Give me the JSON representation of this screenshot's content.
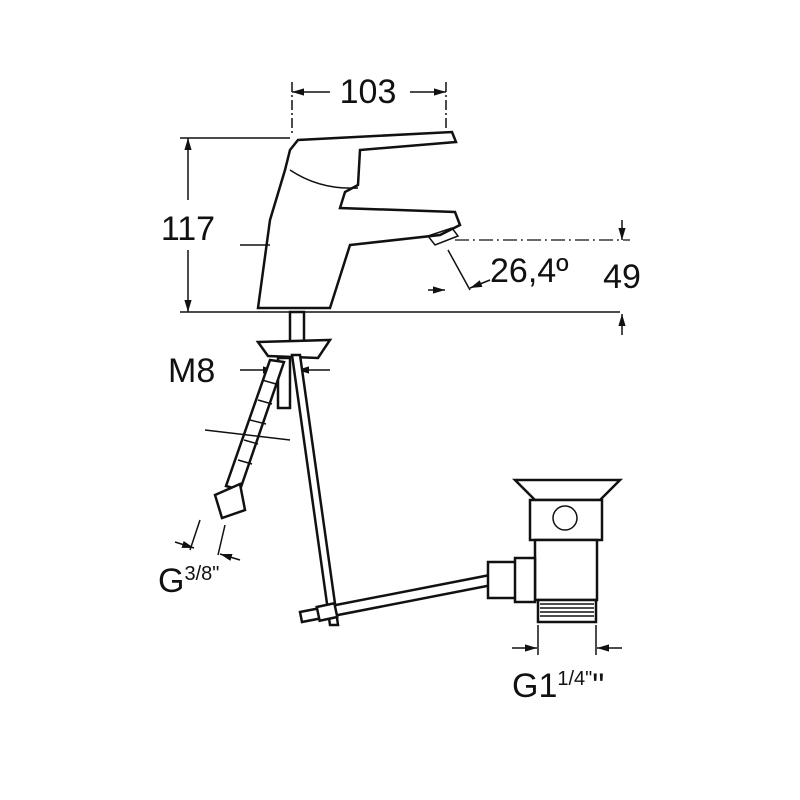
{
  "dimensions": {
    "width": "103",
    "height": "117",
    "angle": "26,4º",
    "spout_height": "49",
    "thread": "M8",
    "hose_connection_main": "G",
    "hose_connection_fraction": "3/8\"",
    "drain_connection_main": "G1",
    "drain_connection_fraction": "1/4\""
  }
}
